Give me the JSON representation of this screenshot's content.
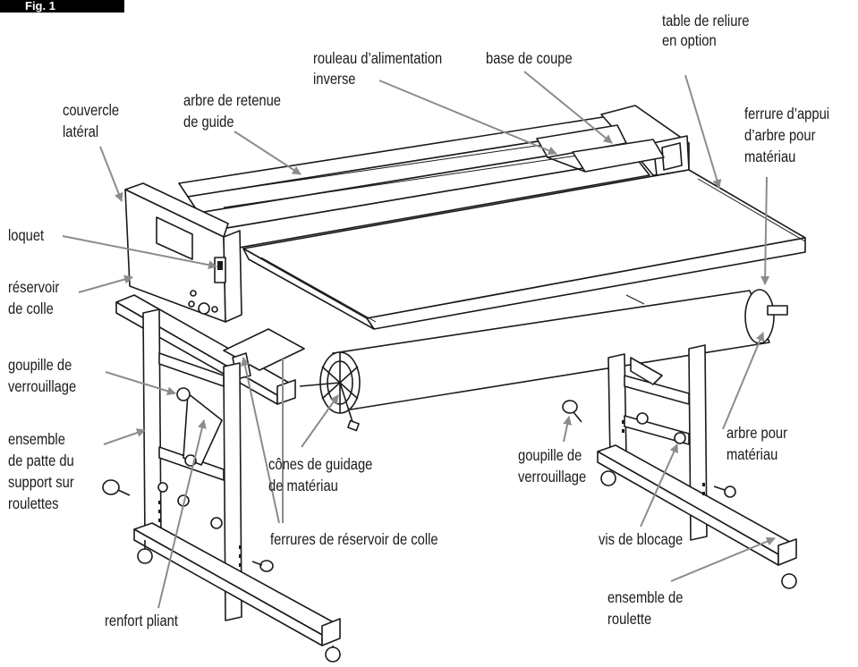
{
  "figure": {
    "badge": "Fig. 1"
  },
  "labels": {
    "couvercle_lateral": [
      "couvercle",
      "latéral"
    ],
    "arbre_retenue": [
      "arbre de retenue",
      "de guide"
    ],
    "rouleau_alim": [
      "rouleau d’alimentation",
      "inverse"
    ],
    "base_coupe": [
      "base de coupe"
    ],
    "table_reliure": [
      "table de reliure",
      "en option"
    ],
    "ferrure_appui": [
      "ferrure d’appui",
      "d’arbre pour",
      "matériau"
    ],
    "loquet": [
      "loquet"
    ],
    "reservoir_colle": [
      "réservoir",
      "de colle"
    ],
    "goupille_left": [
      "goupille de",
      "verrouillage"
    ],
    "ensemble_patte": [
      "ensemble",
      "de patte du",
      "support sur",
      "roulettes"
    ],
    "cones_guidage": [
      "cônes de guidage",
      "de matériau"
    ],
    "goupille_right": [
      "goupille de",
      "verrouillage"
    ],
    "arbre_materiau": [
      "arbre pour",
      "matériau"
    ],
    "ferrures_reservoir": [
      "ferrures de réservoir de colle"
    ],
    "vis_blocage": [
      "vis de blocage"
    ],
    "ensemble_roulette": [
      "ensemble de",
      "roulette"
    ],
    "renfort_pliant": [
      "renfort pliant"
    ]
  }
}
